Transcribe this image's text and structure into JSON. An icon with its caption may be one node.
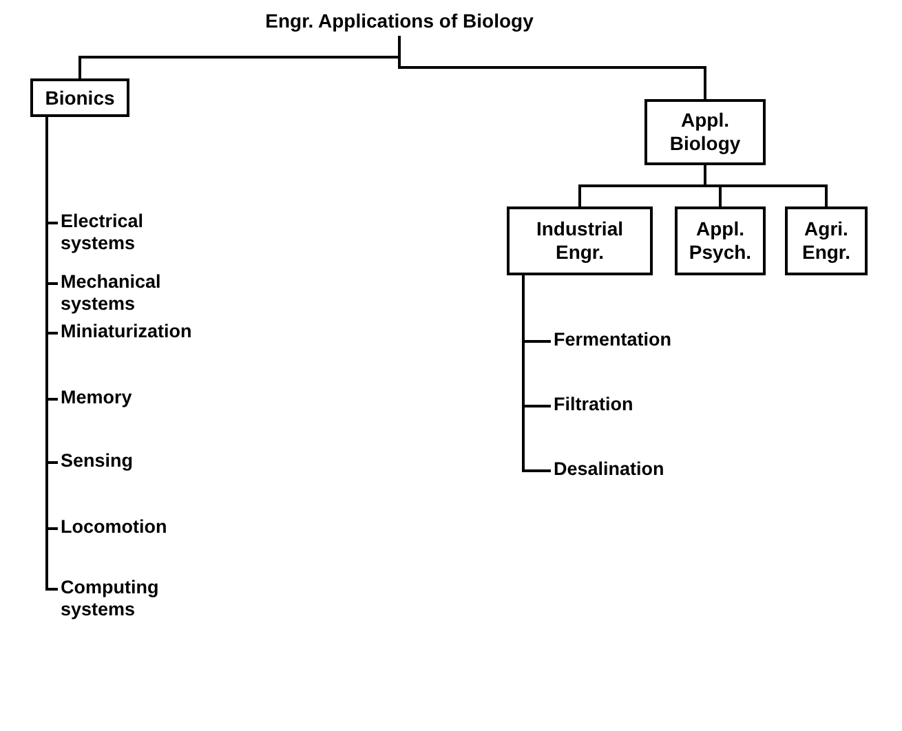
{
  "diagram": {
    "nodes": [
      {
        "text": [
          "Engr. Applications of Biology"
        ]
      },
      {
        "text": [
          "Bionics"
        ]
      },
      {
        "text": [
          "Appl. Biology"
        ]
      },
      {
        "text": [
          "Industrial Engr."
        ]
      },
      {
        "text": [
          "Appl. Psych."
        ]
      },
      {
        "text": [
          "Agri. Engr."
        ]
      },
      {
        "text": [
          "Electrical systems"
        ]
      },
      {
        "text": [
          "Mechanical systems"
        ]
      },
      {
        "text": [
          "Miniaturization"
        ]
      },
      {
        "text": [
          "Memory"
        ]
      },
      {
        "text": [
          "Sensing"
        ]
      },
      {
        "text": [
          "Locomotion"
        ]
      },
      {
        "text": [
          "Computing systems"
        ]
      },
      {
        "text": [
          "Fermentation"
        ]
      },
      {
        "text": [
          "Filtration"
        ]
      },
      {
        "text": [
          "Desalination"
        ]
      }
    ],
    "edges": [
      {
        "from": 0,
        "to": 1,
        "arrow": "none"
      },
      {
        "from": 0,
        "to": 2,
        "arrow": "none"
      },
      {
        "from": 2,
        "to": 3,
        "arrow": "none"
      },
      {
        "from": 2,
        "to": 4,
        "arrow": "none"
      },
      {
        "from": 2,
        "to": 5,
        "arrow": "none"
      },
      {
        "from": 1,
        "to": 6,
        "arrow": "none"
      },
      {
        "from": 1,
        "to": 7,
        "arrow": "none"
      },
      {
        "from": 1,
        "to": 8,
        "arrow": "none"
      },
      {
        "from": 1,
        "to": 9,
        "arrow": "none"
      },
      {
        "from": 1,
        "to": 10,
        "arrow": "none"
      },
      {
        "from": 1,
        "to": 11,
        "arrow": "none"
      },
      {
        "from": 1,
        "to": 12,
        "arrow": "none"
      },
      {
        "from": 3,
        "to": 13,
        "arrow": "none"
      },
      {
        "from": 3,
        "to": 14,
        "arrow": "none"
      },
      {
        "from": 3,
        "to": 15,
        "arrow": "none"
      }
    ]
  }
}
